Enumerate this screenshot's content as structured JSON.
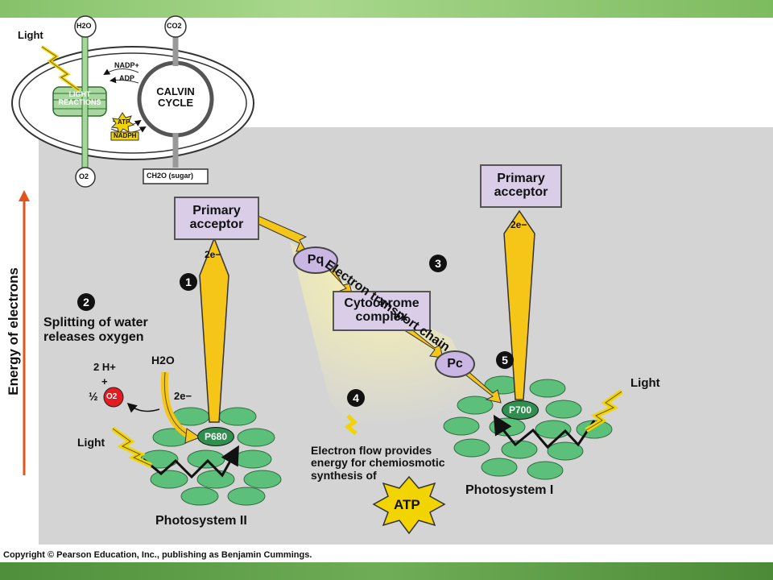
{
  "inset": {
    "light": "Light",
    "h2o": "H2O",
    "co2": "CO2",
    "nadp": "NADP+",
    "adp": "ADP",
    "light_reactions": [
      "LIGHT",
      "REACTIONS"
    ],
    "atp": "ATP",
    "nadph": "NADPH",
    "calvin": [
      "CALVIN",
      "CYCLE"
    ],
    "o2": "O2",
    "sugar": "CH2O (sugar)"
  },
  "axis_label": "Energy of electrons",
  "ps2": {
    "acceptor": [
      "Primary",
      "acceptor"
    ],
    "two_e": "2e−",
    "center": "P680",
    "label": "Photosystem II",
    "light": "Light",
    "h2o": "H2O",
    "two_h": "2 H+",
    "plus": "+",
    "half": "½",
    "o2": "O2"
  },
  "step1": "1",
  "step2": {
    "num": "2",
    "text": [
      "Splitting of water",
      "releases oxygen"
    ]
  },
  "step3": {
    "num": "3",
    "text": "Electron transport chain"
  },
  "step4": {
    "num": "4",
    "text": [
      "Electron flow provides",
      "energy for chemiosmotic",
      "synthesis of"
    ],
    "atp": "ATP"
  },
  "step5": "5",
  "etc": {
    "pq": "Pq",
    "cyt": [
      "Cytochrome",
      "complex"
    ],
    "pc": "Pc"
  },
  "ps1": {
    "acceptor": [
      "Primary",
      "acceptor"
    ],
    "two_e": "2e−",
    "center": "P700",
    "label": "Photosystem I",
    "light": "Light"
  },
  "copyright": "Copyright © Pearson Education, Inc., publishing as Benjamin Cummings.",
  "colors": {
    "arrow_yellow": "#f5c518",
    "disk_green": "#5cbf7a",
    "box_purple": "#d9cde8",
    "axis_red": "#e2541c"
  }
}
